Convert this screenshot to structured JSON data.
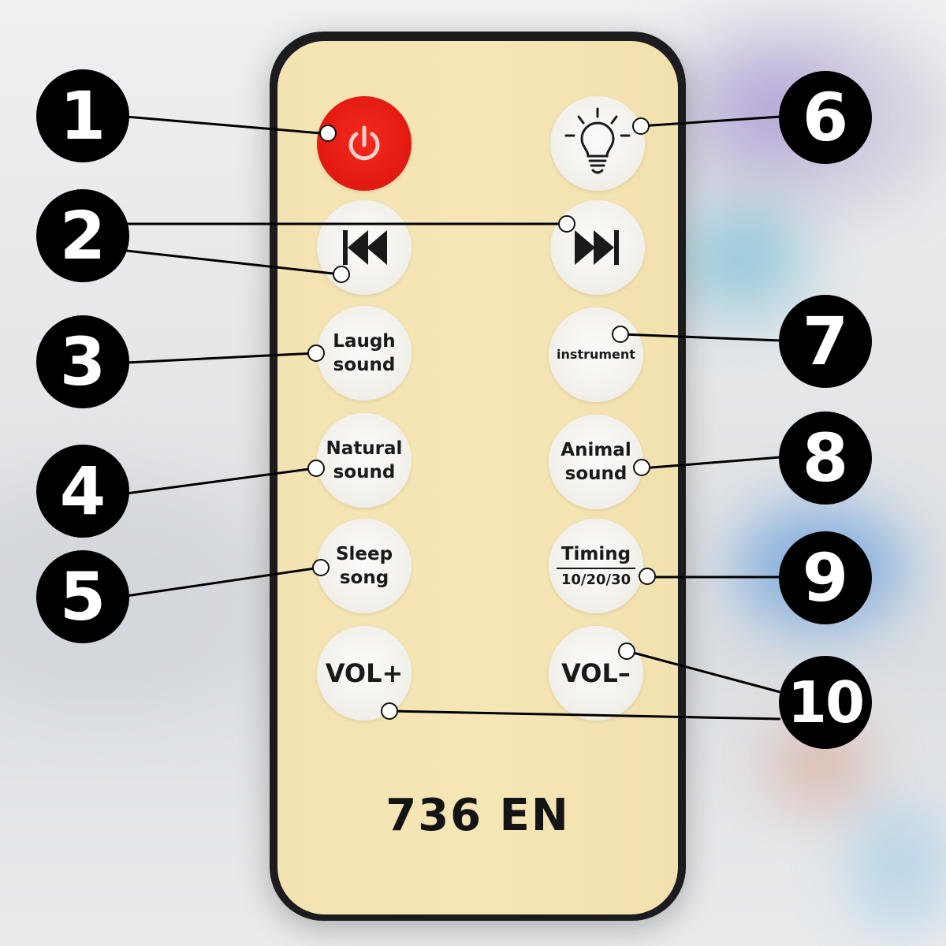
{
  "remote": {
    "model_label": "736 EN",
    "colors": {
      "panel": "#f5e5b4",
      "body": "#1c1c1e",
      "power_button": "#e51b12",
      "button": "#f2f1ec",
      "badge": "#000000"
    },
    "buttons": {
      "power": {
        "icon": "power-icon"
      },
      "light": {
        "icon": "light-bulb-icon"
      },
      "previous": {
        "icon": "skip-previous-icon"
      },
      "next": {
        "icon": "skip-next-icon"
      },
      "laugh_sound": {
        "line1": "Laugh",
        "line2": "sound"
      },
      "instrument": {
        "label": "instrument"
      },
      "natural_sound": {
        "line1": "Natural",
        "line2": "sound"
      },
      "animal_sound": {
        "line1": "Animal",
        "line2": "sound"
      },
      "sleep_song": {
        "line1": "Sleep",
        "line2": "song"
      },
      "timing": {
        "line1": "Timing",
        "line2": "10/20/30"
      },
      "vol_up": {
        "label": "VOL+"
      },
      "vol_down": {
        "label": "VOL–"
      }
    }
  },
  "callouts": [
    "1",
    "2",
    "3",
    "4",
    "5",
    "6",
    "7",
    "8",
    "9",
    "10"
  ]
}
